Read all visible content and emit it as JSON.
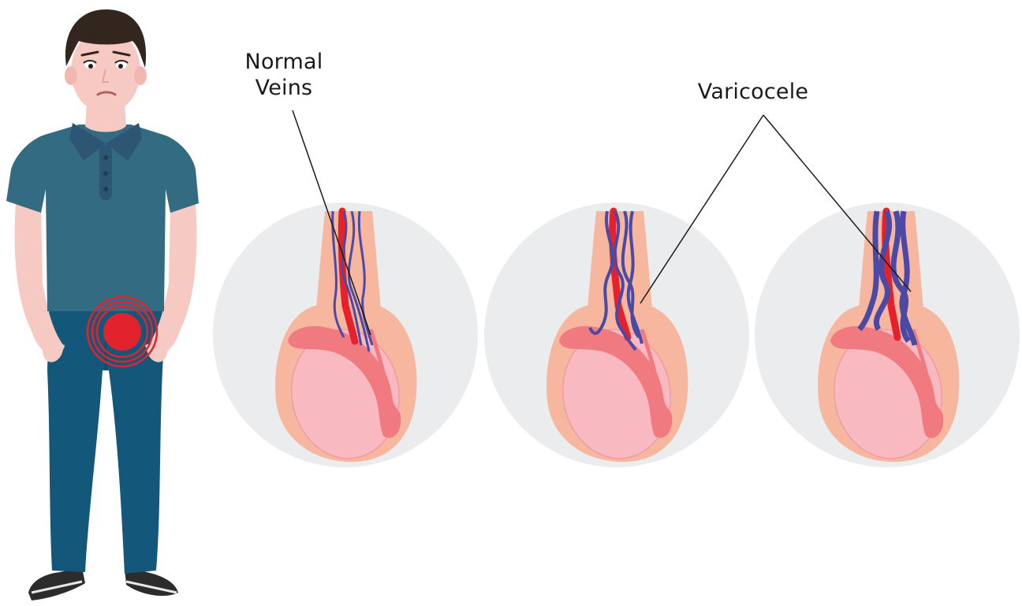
{
  "labels": {
    "normal_line1": "Normal",
    "normal_line2": "Veins",
    "varicocele": "Varicocele"
  },
  "colors": {
    "background": "#ffffff",
    "panel_circle": "#ebecee",
    "skin": "#f6c9c3",
    "scrotum": "#f7b79f",
    "testis": "#f8b9c0",
    "epididymis": "#f07a80",
    "artery": "#e5222b",
    "vein": "#4a4aa6",
    "shirt": "#336c82",
    "collar": "#2c5673",
    "jeans": "#13587a",
    "hair": "#33261f",
    "pain": "#e2222c"
  },
  "icons": [
    "man-figure",
    "pain-indicator",
    "scrotum-normal",
    "scrotum-mild-varicocele",
    "scrotum-severe-varicocele"
  ]
}
